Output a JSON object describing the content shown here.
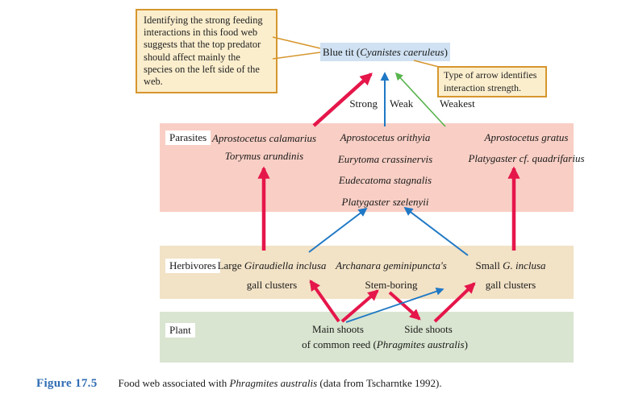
{
  "colors": {
    "strong_arrow": "#e5164a",
    "weak_arrow": "#1f78c5",
    "weakest_arrow": "#57b34c",
    "callout_border": "#d6962e",
    "callout_fill": "#fbeecd",
    "predator_bg": "#cfe1f2",
    "parasites_band": "#f9cfc5",
    "herbivores_band": "#f2e2c6",
    "plant_band": "#d9e5d0",
    "figure_label_blue": "#2f6cb3"
  },
  "callouts": {
    "left_text": "Identifying the strong feeding interactions in this food web suggests that the top predator should affect mainly the species on the left side of the web.",
    "right_text": "Type of arrow identifies interaction strength."
  },
  "predator": {
    "pre": "Blue tit (",
    "sci": "Cyanistes caeruleus",
    "post": ")"
  },
  "strength_labels": {
    "strong": "Strong",
    "weak": "Weak",
    "weakest": "Weakest"
  },
  "bands": {
    "parasites": "Parasites",
    "herbivores": "Herbivores",
    "plant": "Plant"
  },
  "parasites": {
    "col1": [
      "Aprostocetus calamarius",
      "Torymus arundinis"
    ],
    "col2": [
      "Aprostocetus orithyia",
      "Eurytoma crassinervis",
      "Eudecatoma stagnalis",
      "Platygaster szelenyii"
    ],
    "col3": [
      "Aprostocetus gratus",
      "Platygaster cf. quadrifarius"
    ]
  },
  "herbivores": {
    "col1": {
      "pre": "Large ",
      "sci": "Giraudiella inclusa",
      "line2": "gall clusters"
    },
    "col2": {
      "sci": "Archanara geminipuncta's",
      "line2": "Stem-boring"
    },
    "col3": {
      "pre": "Small ",
      "sci": "G. inclusa",
      "line2": "gall clusters"
    }
  },
  "plant": {
    "main_shoots": "Main shoots",
    "side_shoots": "Side shoots",
    "line2_pre": "of common reed (",
    "line2_sci": "Phragmites australis",
    "line2_post": ")"
  },
  "figure": {
    "label": "Figure 17.5",
    "caption_pre": "Food web associated with ",
    "caption_sci": "Phragmites australis",
    "caption_post": " (data from Tscharntke 1992)."
  },
  "interactions": [
    {
      "from": "Aprostocetus calamarius / Torymus arundinis",
      "to": "Blue tit",
      "strength": "strong"
    },
    {
      "from": "Aprostocetus orithyia / Eurytoma crassinervis / Eudecatoma stagnalis / Platygaster szelenyii",
      "to": "Blue tit",
      "strength": "weak"
    },
    {
      "from": "Aprostocetus gratus / Platygaster cf. quadrifarius",
      "to": "Blue tit",
      "strength": "weakest"
    },
    {
      "from": "Large Giraudiella inclusa gall clusters",
      "to": "left parasite column",
      "strength": "strong"
    },
    {
      "from": "Large Giraudiella inclusa gall clusters",
      "to": "middle parasite column",
      "strength": "weak"
    },
    {
      "from": "Small G. inclusa gall clusters",
      "to": "middle parasite column",
      "strength": "weak"
    },
    {
      "from": "Small G. inclusa gall clusters",
      "to": "right parasite column",
      "strength": "strong"
    },
    {
      "from": "Main shoots",
      "to": "Large G. inclusa gall clusters",
      "strength": "strong"
    },
    {
      "from": "Main shoots",
      "to": "Stem-boring",
      "strength": "strong"
    },
    {
      "from": "Main shoots",
      "to": "Small G. inclusa gall clusters",
      "strength": "weak"
    },
    {
      "from": "Stem-boring",
      "to": "Side shoots",
      "strength": "strong"
    },
    {
      "from": "Side shoots",
      "to": "Small G. inclusa gall clusters",
      "strength": "strong"
    }
  ]
}
